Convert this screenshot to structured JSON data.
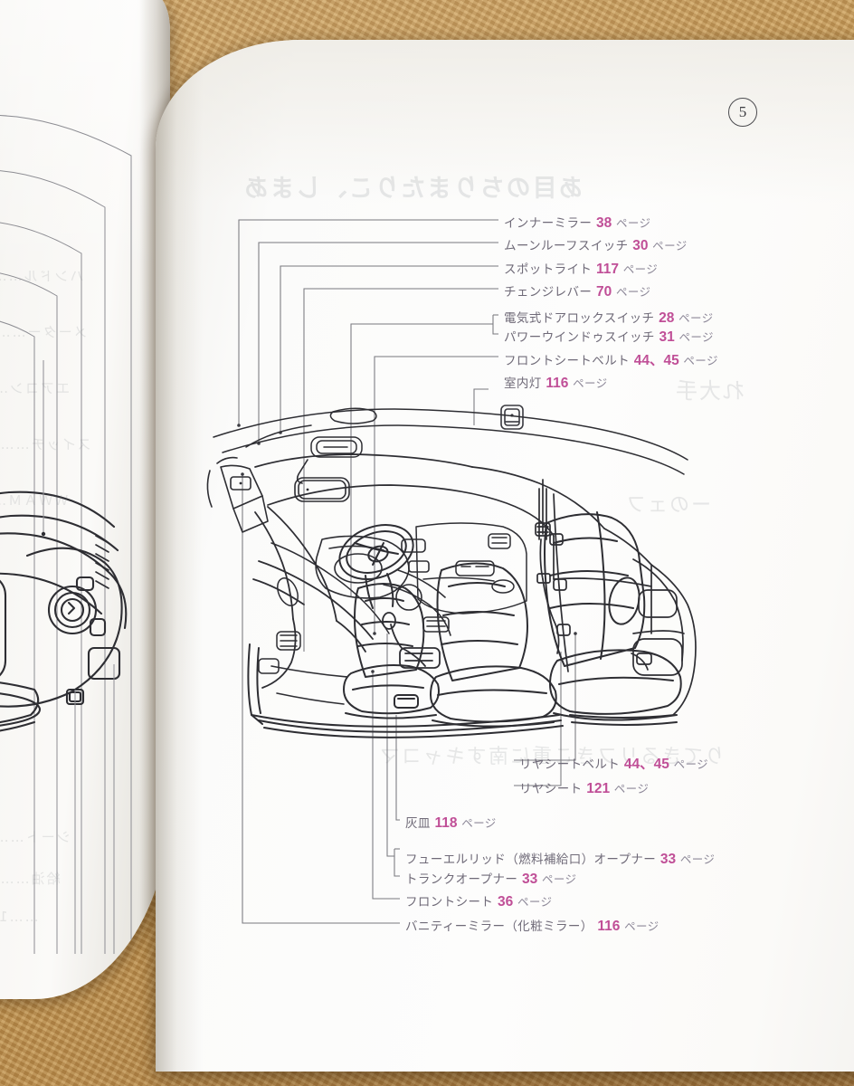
{
  "scene": {
    "background": "cork-board",
    "background_color": "#c39a5e",
    "page_color": "#fdfdfc"
  },
  "page": {
    "number": "5",
    "number_style": "circled",
    "accent_color": "#c04f97",
    "text_color": "#6f6a78"
  },
  "illustration": {
    "name": "car-interior-cutaway",
    "description": "Line drawing of a car interior shown from the driver side, with front seats, rear seat, steering wheel, dashboard, sun visor, inner mirror and seat belts",
    "detail_callout": "interior-lamp-detail"
  },
  "labels_top": [
    {
      "name": "inner-mirror",
      "text": "インナーミラー",
      "page": "38",
      "suffix": "ページ"
    },
    {
      "name": "moonroof-switch",
      "text": "ムーンルーフスイッチ",
      "page": "30",
      "suffix": "ページ"
    },
    {
      "name": "spotlight",
      "text": "スポットライト",
      "page": "117",
      "suffix": "ページ"
    },
    {
      "name": "shift-lever",
      "text": "チェンジレバー",
      "page": "70",
      "suffix": "ページ"
    },
    {
      "name": "power-door-lock-switch",
      "text": "電気式ドアロックスイッチ",
      "page": "28",
      "suffix": "ページ"
    },
    {
      "name": "power-window-switch",
      "text": "パワーウインドゥスイッチ",
      "page": "31",
      "suffix": "ページ"
    },
    {
      "name": "front-seat-belt",
      "text": "フロントシートベルト",
      "page": "44、45",
      "suffix": "ページ"
    },
    {
      "name": "interior-lamp",
      "text": "室内灯",
      "page": "116",
      "suffix": "ページ"
    }
  ],
  "labels_bottom": [
    {
      "name": "rear-seat-belt",
      "text": "リヤシートベルト",
      "page": "44、45",
      "suffix": "ページ"
    },
    {
      "name": "rear-seat",
      "text": "リヤシート",
      "page": "121",
      "suffix": "ページ"
    },
    {
      "name": "ashtray",
      "text": "灰皿",
      "page": "118",
      "suffix": "ページ"
    },
    {
      "name": "fuel-lid-opener",
      "text": "フューエルリッド（燃料補給口）オープナー",
      "page": "33",
      "suffix": "ページ"
    },
    {
      "name": "trunk-opener",
      "text": "トランクオープナー",
      "page": "33",
      "suffix": "ページ"
    },
    {
      "name": "front-seat",
      "text": "フロントシート",
      "page": "36",
      "suffix": "ページ"
    },
    {
      "name": "vanity-mirror",
      "text": "バニティーミラー（化粧ミラー）",
      "page": "116",
      "suffix": "ページ"
    }
  ],
  "showthrough": {
    "heading": "あ目のちりまたりこ、しまあ",
    "fragment_right": "れ大手",
    "fragment_mid": "ーのェフ",
    "fragment_low": "りてきるリフきこ重に南すキャコマ"
  }
}
